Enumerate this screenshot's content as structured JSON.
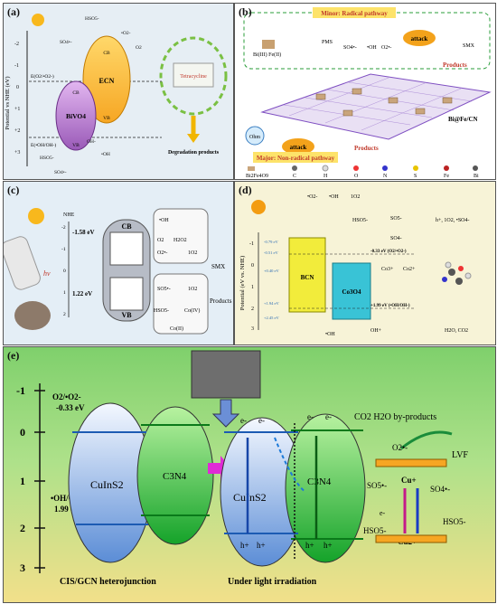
{
  "panel_a": {
    "label": "(a)",
    "yaxis": "Potential vs NHE (eV)",
    "ticks": [
      "-2",
      "-1",
      "0",
      "+1",
      "+2",
      "+3"
    ],
    "ecn": "ECN",
    "bivo4": "BiVO4",
    "cb": "CB",
    "vb": "VB",
    "e_o2": "E(O2/•O2-)",
    "e_oh": "E(•OH/OH-)",
    "hso5": "HSO5-",
    "o2rad": "•O2-",
    "o2": "O2",
    "so4rad": "SO4•-",
    "ohrad": "•OH",
    "ohm": "OH-",
    "tc": "Tetracycline",
    "deg": "Degradation products"
  },
  "panel_b": {
    "label": "(b)",
    "minor": "Minor: Radical pathway",
    "major": "Major: Non-radical pathway",
    "bife": "Bi(III) Fe(II)",
    "pms": "PMS",
    "rads": [
      "SO4•-",
      "•OH",
      "O2•-"
    ],
    "attack": "attack",
    "smx": "SMX",
    "products": "Products",
    "catalyst": "Bi@Fe/CN",
    "ohm": "Ohm",
    "legend": [
      "Bi2Fe4O9",
      "C",
      "H",
      "O",
      "N",
      "S",
      "Fe",
      "Bi"
    ]
  },
  "panel_c": {
    "label": "(c)",
    "nhe": "NHE",
    "v1": "-1.58 eV",
    "v2": "1.22 eV",
    "hv": "hv",
    "cb": "CB",
    "vb": "VB",
    "o2": "O2",
    "o2rad": "O2•-",
    "oh": "•OH",
    "h2o2": "H2O2",
    "singlet": "1O2",
    "smx": "SMX",
    "products": "Products",
    "so5": "SO5•-",
    "hso5": "HSO5-",
    "co4": "Co(IV)",
    "co2": "Co(II)",
    "ticks": [
      "-2",
      "-1",
      "0",
      "1",
      "2"
    ]
  },
  "panel_d": {
    "label": "(d)",
    "yaxis": "Potential (eV vs. NHE)",
    "ticks": [
      "-1",
      "0",
      "1",
      "2",
      "3"
    ],
    "top": [
      "•O2-",
      "•OH",
      "1O2"
    ],
    "hso5a": "HSO5-",
    "so5": "SO5-",
    "so4": "SO4-",
    "e1": "-0.33 eV (O2/•O2-)",
    "e2": "+1.99 eV (•OH/OH-)",
    "bcn": "BCN",
    "co3o4": "Co3O4",
    "co3": "Co3+",
    "co2": "Co2+",
    "ohrad": "•OH",
    "ohp": "OH+",
    "rhs": "h+, 1O2, •SO4-",
    "prod": "H2O, CO2",
    "levels": [
      "-0.79 eV",
      "-0.51 eV",
      "+0.40 eV",
      "+1.94 eV",
      "+2.45 eV"
    ]
  },
  "panel_e": {
    "label": "(e)",
    "ticks": [
      "-1",
      "0",
      "1",
      "2",
      "3"
    ],
    "o2label": "O2/•O2-",
    "o2val": "-0.33 eV",
    "ohlabel": "•OH/OH-",
    "ohval": "1.99 eV",
    "cis": "CuInS2",
    "cn": "C3N4",
    "caption1": "CIS/GCN heterojunction",
    "caption2": "Under light irradiation",
    "products": "CO2  H2O  by-products",
    "lvf": "LVF",
    "o2rad": "O2•-",
    "so5": "SO5•-",
    "so4": "SO4•-",
    "hso5a": "HSO5-",
    "hso5b": "HSO5-",
    "cu1": "Cu+",
    "cu2": "Cu2+",
    "e": "e-",
    "h": "h+"
  }
}
